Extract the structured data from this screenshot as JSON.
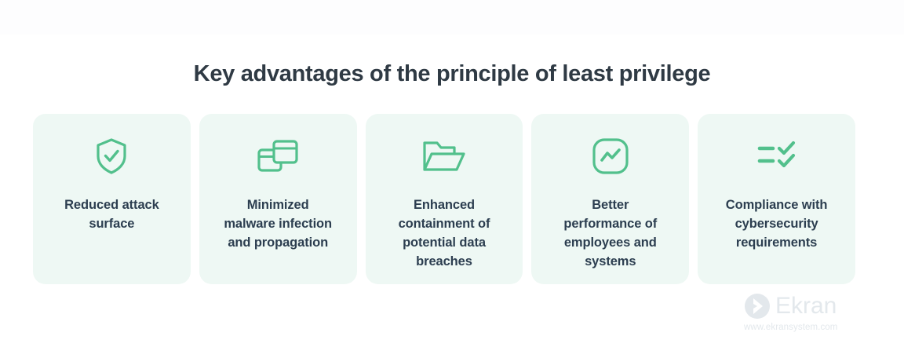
{
  "header": {
    "title": "Key advantages of the principle of least privilege"
  },
  "colors": {
    "accent_green": "#52c08c",
    "card_background": "#eef8f4",
    "title_text": "#2f3a44",
    "card_text": "#2c3e50",
    "logo_gray": "#e3e8ec",
    "page_background": "#ffffff"
  },
  "cards": [
    {
      "icon": "shield-check-icon",
      "label": "Reduced attack\nsurface"
    },
    {
      "icon": "overlapping-windows-icon",
      "label": "Minimized\nmalware infection\nand propagation"
    },
    {
      "icon": "open-folder-icon",
      "label": "Enhanced\ncontainment of\npotential data\nbreaches"
    },
    {
      "icon": "performance-chart-icon",
      "label": "Better\nperformance of\nemployees and\nsystems"
    },
    {
      "icon": "checklist-icon",
      "label": "Compliance with\ncybersecurity\nrequirements"
    }
  ],
  "branding": {
    "logo_mark": "ekran-chevron-logo-icon",
    "name": "Ekran",
    "url": "www.ekransystem.com"
  }
}
